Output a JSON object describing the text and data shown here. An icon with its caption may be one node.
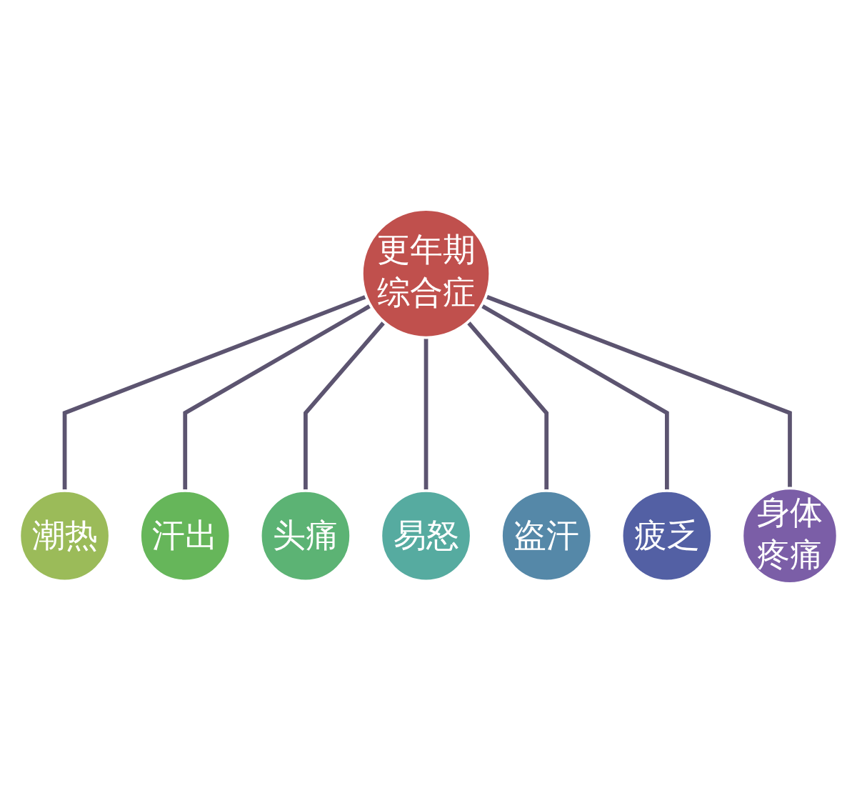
{
  "diagram": {
    "nodes": [
      {
        "text": [
          "更年期综合症"
        ]
      },
      {
        "text": [
          "潮热"
        ]
      },
      {
        "text": [
          "汗出"
        ]
      },
      {
        "text": [
          "头痛"
        ]
      },
      {
        "text": [
          "易怒"
        ]
      },
      {
        "text": [
          "盗汗"
        ]
      },
      {
        "text": [
          "疲乏"
        ]
      },
      {
        "text": [
          "身体疼痛"
        ]
      }
    ],
    "edges": [
      {
        "from": 0,
        "to": 1,
        "arrow": "none"
      },
      {
        "from": 0,
        "to": 2,
        "arrow": "none"
      },
      {
        "from": 0,
        "to": 3,
        "arrow": "none"
      },
      {
        "from": 0,
        "to": 4,
        "arrow": "none"
      },
      {
        "from": 0,
        "to": 5,
        "arrow": "none"
      },
      {
        "from": 0,
        "to": 6,
        "arrow": "none"
      },
      {
        "from": 0,
        "to": 7,
        "arrow": "none"
      }
    ]
  }
}
